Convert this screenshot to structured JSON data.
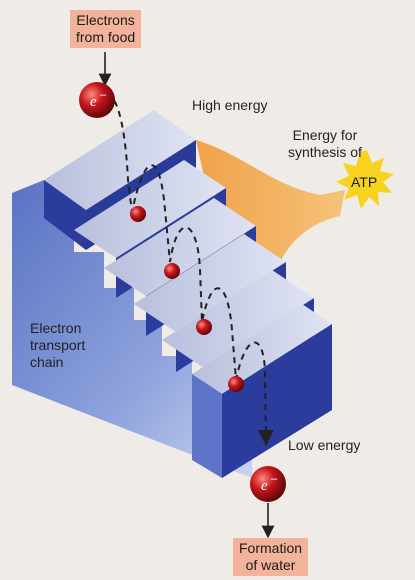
{
  "diagram": {
    "source_box": [
      "Electrons",
      "from food"
    ],
    "sink_box": [
      "Formation",
      "of water"
    ],
    "high_energy": "High energy",
    "low_energy": "Low energy",
    "energy_label": [
      "Energy for",
      "synthesis of"
    ],
    "atp": "ATP",
    "chain_label": [
      "Electron",
      "transport",
      "chain"
    ],
    "electron_symbol": "e",
    "electron_charge": "–",
    "colors": {
      "stair_top": "#c9cfe6",
      "stair_riser": "#2b3c9c",
      "stair_side": "#7f96d6",
      "energy_flow": "#f2ad5a",
      "atp_star": "#f7d21e",
      "electron": "#c4161c",
      "box_fill": "#f2b39a"
    }
  }
}
